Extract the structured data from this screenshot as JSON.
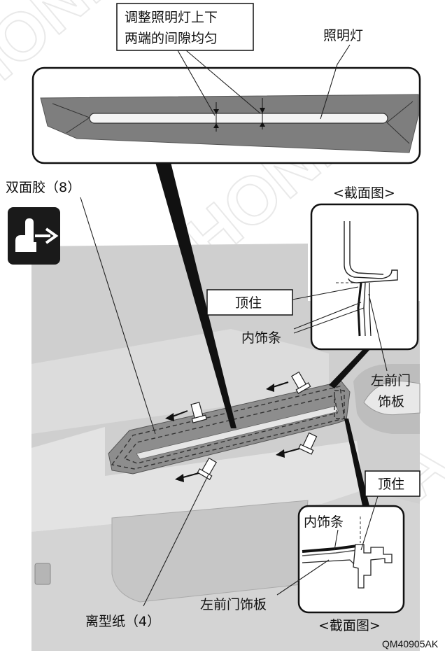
{
  "callouts": {
    "gap_note_line1": "调整照明灯上下",
    "gap_note_line2": "两端的间隙均匀",
    "light_label": "照明灯",
    "tape_label": "双面胶（8）",
    "section_top_label": "<截面图>",
    "push_label_top": "顶住",
    "trim_strip_label_top": "内饰条",
    "door_panel_label": "左前门",
    "door_panel_label2": "饰板",
    "push_label_bottom": "顶住",
    "trim_strip_label_bottom": "内饰条",
    "release_paper_label": "离型纸（4）",
    "door_panel_bottom_label": "左前门饰板",
    "section_bottom_label": "<截面图>"
  },
  "figure_code": "QM40905AK",
  "watermark": "HONDA",
  "colors": {
    "panel_light": "#d9d9d9",
    "panel_mid": "#c4c4c4",
    "panel_dark": "#8a8a8a",
    "black_icon": "#1a1a1a"
  },
  "icons": {
    "install_arrow": "hand-arrow-icon"
  }
}
